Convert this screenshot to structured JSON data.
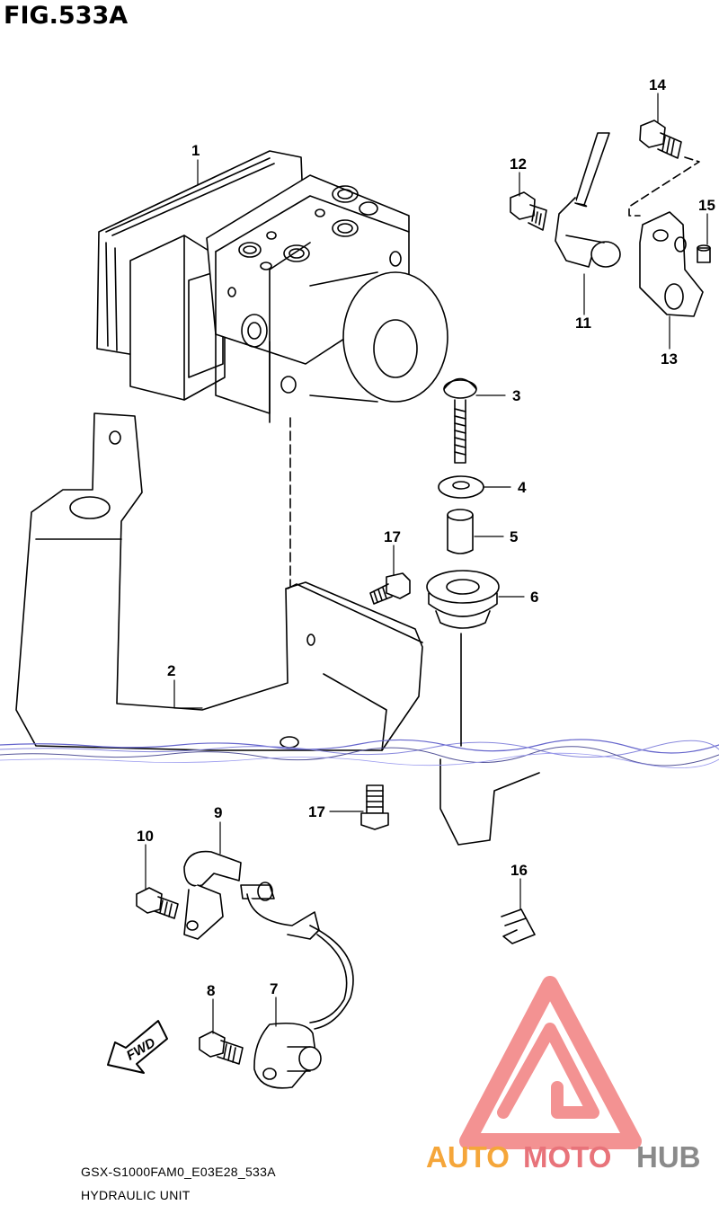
{
  "figure": {
    "title": "FIG.533A",
    "code": "GSX-S1000FAM0_E03E28_533A",
    "name": "HYDRAULIC UNIT"
  },
  "direction_arrow": {
    "label": "FWD",
    "icon": "fwd-arrow-icon"
  },
  "callouts": [
    "1",
    "2",
    "3",
    "4",
    "5",
    "6",
    "7",
    "8",
    "9",
    "10",
    "11",
    "12",
    "13",
    "14",
    "15",
    "16",
    "17"
  ],
  "watermark": {
    "part1": "AUTO",
    "part2": "MOTO",
    "part3": "HUB",
    "colors": {
      "auto": "#f5a63a",
      "moto": "#e8737a",
      "hub": "#8a8a8a",
      "logo": "#ef5b5b"
    }
  }
}
